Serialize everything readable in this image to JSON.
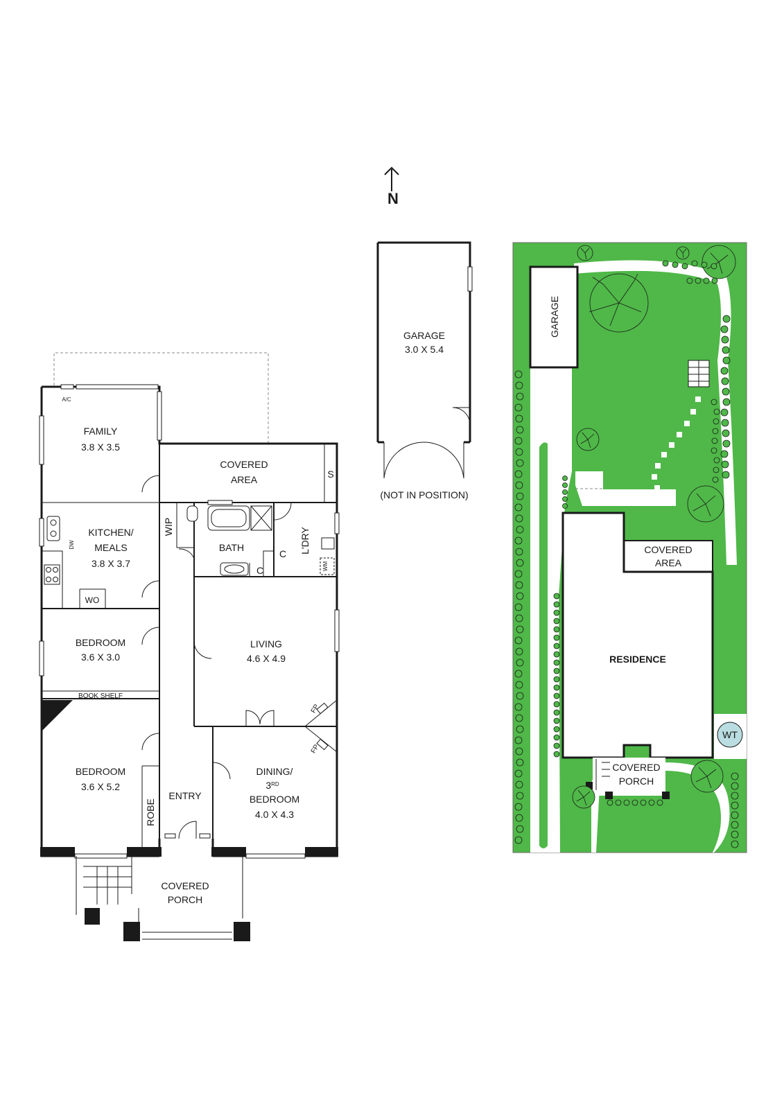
{
  "compass": {
    "label": "N"
  },
  "colors": {
    "grass": "#4fb848",
    "path": "#ffffff",
    "wall": "#1a1a1a",
    "water_tank": "#b9dde0"
  },
  "floor_plan": {
    "family": {
      "name": "FAMILY",
      "size": "3.8 X 3.5"
    },
    "ac": "A/C",
    "covered_area": {
      "line1": "COVERED",
      "line2": "AREA"
    },
    "s": "S",
    "kitchen": {
      "line1": "KITCHEN/",
      "line2": "MEALS",
      "size": "3.8 X 3.7"
    },
    "dw": "DW",
    "wip": "WIP",
    "wo": "WO",
    "bath": "BATH",
    "c1": "C",
    "c2": "C",
    "ldry": "L'DRY",
    "wm": "WM",
    "bedroom1": {
      "name": "BEDROOM",
      "size": "3.6 X 3.0"
    },
    "bookshelf": "BOOK SHELF",
    "living": {
      "name": "LIVING",
      "size": "4.6 X 4.9"
    },
    "fp1": "FP",
    "fp2": "FP",
    "bedroom2": {
      "name": "BEDROOM",
      "size": "3.6 X 5.2"
    },
    "robe": "ROBE",
    "entry": "ENTRY",
    "dining": {
      "line1": "DINING/",
      "line2_num": "3",
      "line2_sup": "RD",
      "line3": "BEDROOM",
      "size": "4.0 X 4.3"
    },
    "porch": {
      "line1": "COVERED",
      "line2": "PORCH"
    }
  },
  "garage_plan": {
    "name": "GARAGE",
    "size": "3.0 X 5.4",
    "note": "(NOT IN POSITION)"
  },
  "site_plan": {
    "garage": "GARAGE",
    "covered_area": {
      "line1": "COVERED",
      "line2": "AREA"
    },
    "residence": "RESIDENCE",
    "wt": "WT",
    "porch": {
      "line1": "COVERED",
      "line2": "PORCH"
    }
  }
}
